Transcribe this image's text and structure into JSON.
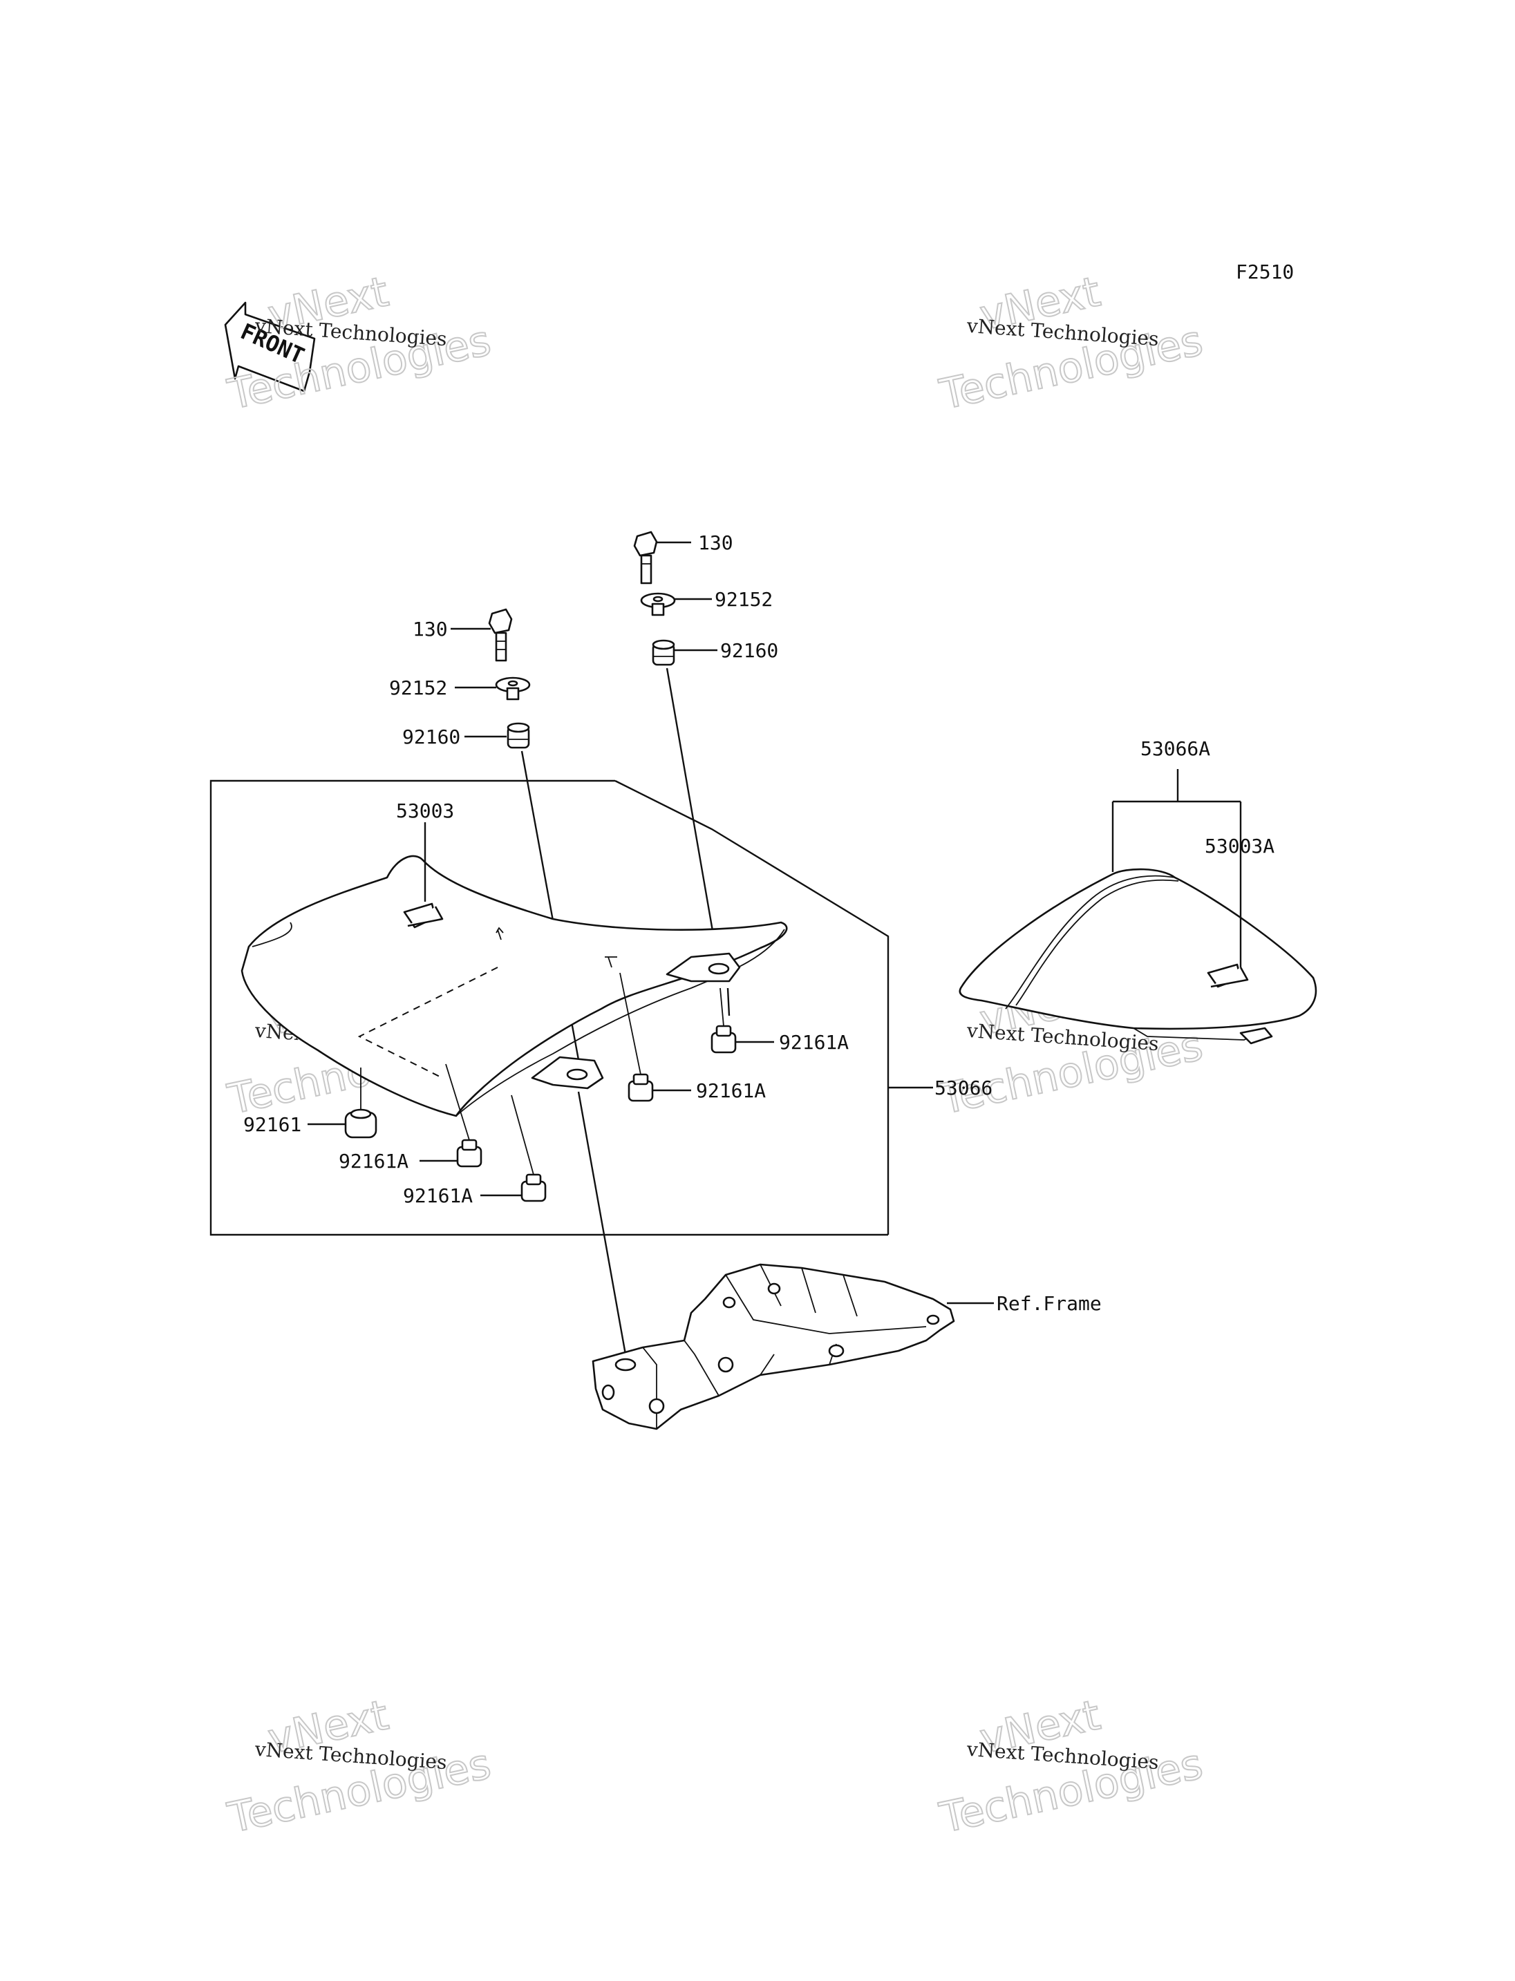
{
  "figure_code": "F2510",
  "front_arrow_text": "FRONT",
  "watermark": {
    "small": "vNext Technologies",
    "big_line1": "vNext",
    "big_line2": "Technologies"
  },
  "callouts": {
    "bolt_left": "130",
    "washer_left": "92152",
    "grommet_left": "92160",
    "bolt_right": "130",
    "washer_right": "92152",
    "grommet_right": "92160",
    "seat_cover_front": "53003",
    "seat_assy": "53066",
    "rear_seat_assy": "53066A",
    "seat_cover_rear": "53003A",
    "damper_a": "92161A",
    "damper_b": "92161A",
    "damper_c": "92161",
    "damper_d": "92161A",
    "damper_e": "92161A",
    "frame_ref": "Ref.Frame"
  }
}
